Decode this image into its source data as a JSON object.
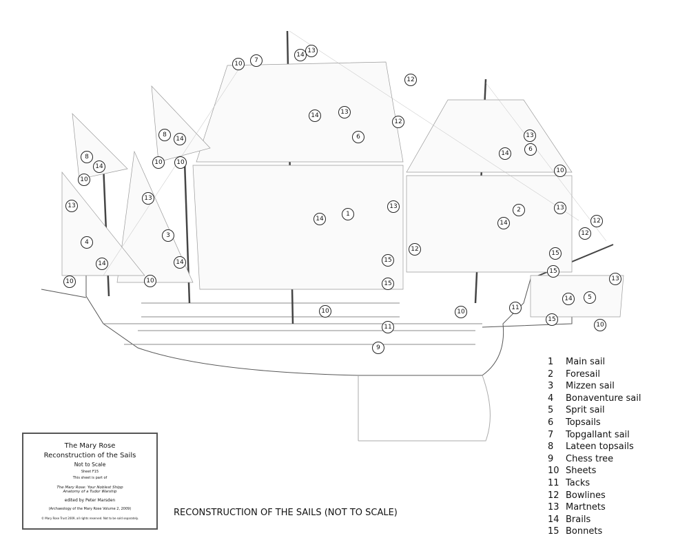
{
  "caption": "RECONSTRUCTION OF THE SAILS (NOT TO SCALE)",
  "title_block": {
    "title": "The Mary Rose",
    "subtitle": "Reconstruction of the Sails",
    "scale_note": "Not to Scale",
    "sheet": "Sheet F15",
    "part_of": "This sheet is part of",
    "book_line1": "The Mary Rose: Your Noblest Shipp",
    "book_line2": "Anatomy of a Tudor Warship",
    "editor": "edited by Peter Marsden",
    "series": "(Archaeology of the Mary Rose Volume 2, 2009)",
    "copyright": "© Mary Rose Trust 2009, all rights reserved. Not to be sold separately."
  },
  "legend": [
    {
      "num": "1",
      "label": "Main sail"
    },
    {
      "num": "2",
      "label": "Foresail"
    },
    {
      "num": "3",
      "label": "Mizzen sail"
    },
    {
      "num": "4",
      "label": "Bonaventure sail"
    },
    {
      "num": "5",
      "label": "Sprit sail"
    },
    {
      "num": "6",
      "label": "Topsails"
    },
    {
      "num": "7",
      "label": "Topgallant sail"
    },
    {
      "num": "8",
      "label": "Lateen topsails"
    },
    {
      "num": "9",
      "label": "Chess tree"
    },
    {
      "num": "10",
      "label": "Sheets"
    },
    {
      "num": "11",
      "label": "Tacks"
    },
    {
      "num": "12",
      "label": "Bowlines"
    },
    {
      "num": "13",
      "label": "Martnets"
    },
    {
      "num": "14",
      "label": "Brails"
    },
    {
      "num": "15",
      "label": "Bonnets"
    }
  ],
  "callouts": [
    "10",
    "7",
    "14",
    "13",
    "12",
    "14",
    "13",
    "12",
    "6",
    "8",
    "14",
    "10",
    "10",
    "8",
    "14",
    "10",
    "13",
    "13",
    "13",
    "6",
    "14",
    "10",
    "14",
    "1",
    "13",
    "2",
    "13",
    "14",
    "12",
    "12",
    "3",
    "4",
    "14",
    "14",
    "12",
    "15",
    "15",
    "15",
    "10",
    "10",
    "15",
    "13",
    "14",
    "5",
    "10",
    "10",
    "11",
    "11",
    "15",
    "10",
    "9"
  ]
}
